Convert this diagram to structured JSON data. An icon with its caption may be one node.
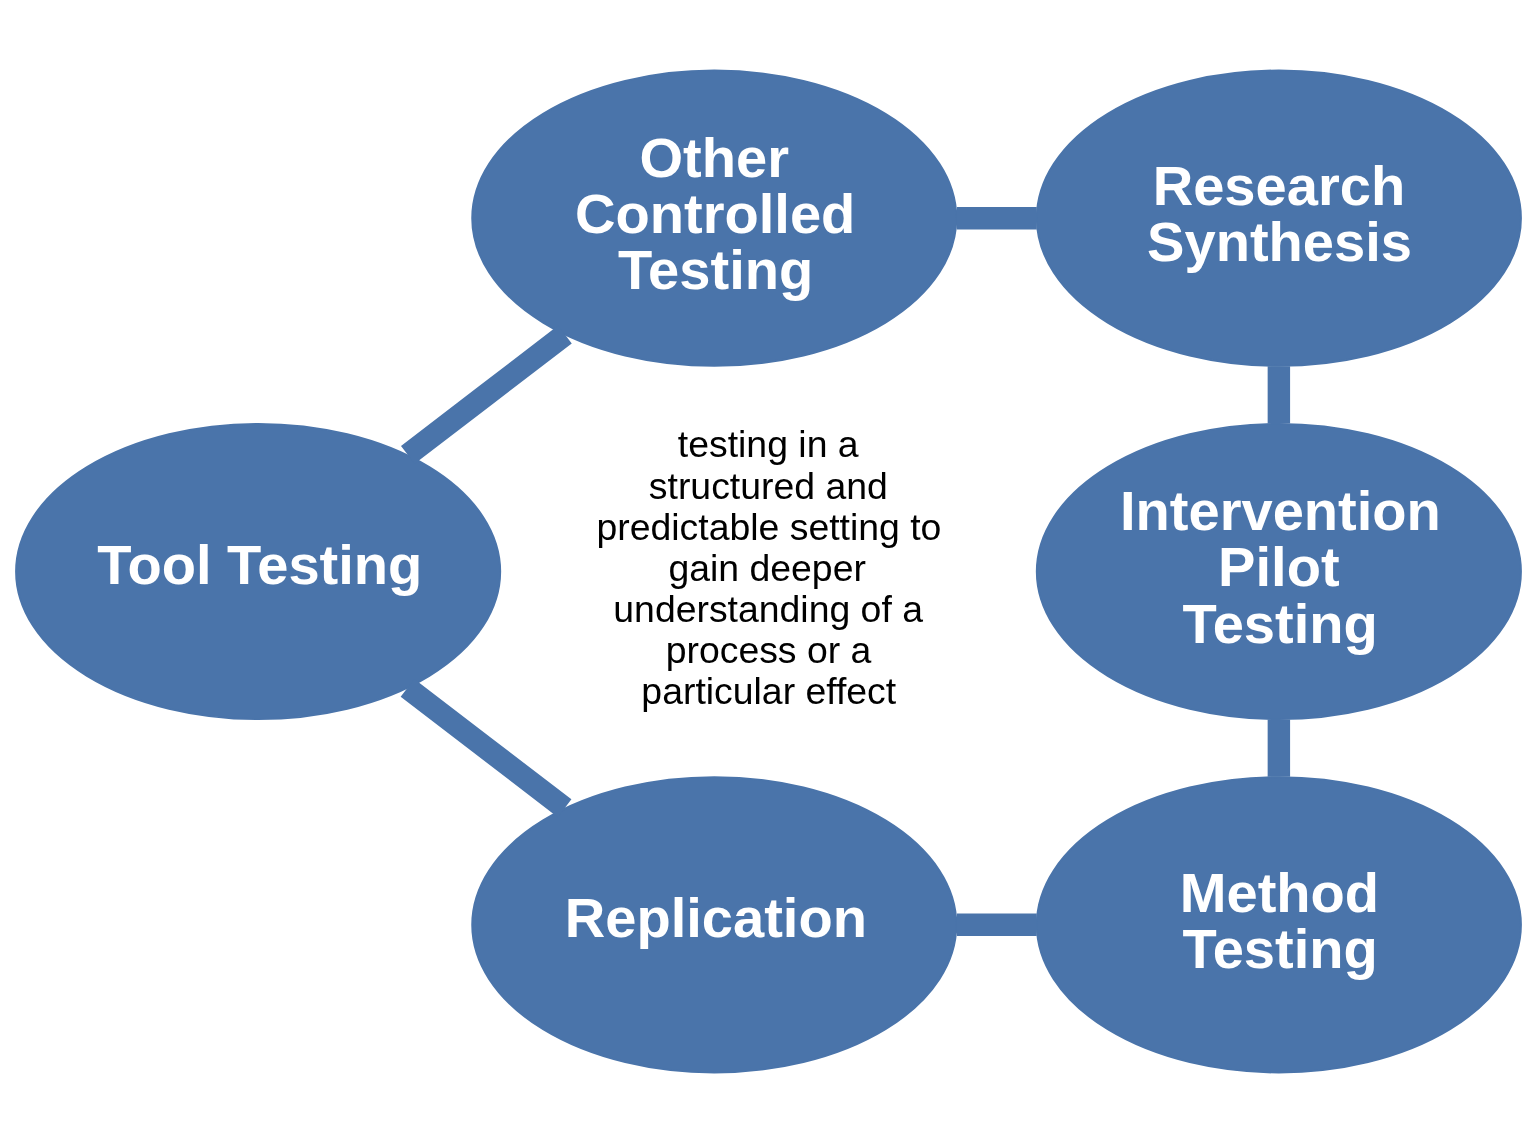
{
  "diagram": {
    "nodes": [
      {
        "text": [
          "Other Controlled Testing"
        ]
      },
      {
        "text": [
          "Research Synthesis"
        ]
      },
      {
        "text": [
          "Tool Testing"
        ]
      },
      {
        "text": [
          "Intervention Pilot Testing"
        ]
      },
      {
        "text": [
          "Replication"
        ]
      },
      {
        "text": [
          "Method Testing"
        ]
      }
    ],
    "edges": [
      {
        "from": 0,
        "to": 1,
        "arrow": "none"
      },
      {
        "from": 0,
        "to": 2,
        "arrow": "none"
      },
      {
        "from": 1,
        "to": 3,
        "arrow": "none"
      },
      {
        "from": 2,
        "to": 4,
        "arrow": "none"
      },
      {
        "from": 3,
        "to": 5,
        "arrow": "none"
      },
      {
        "from": 4,
        "to": 5,
        "arrow": "none"
      }
    ],
    "labels": [
      "testing in a structured and predictable setting to gain deeper understanding of a process or a particular effect"
    ]
  }
}
